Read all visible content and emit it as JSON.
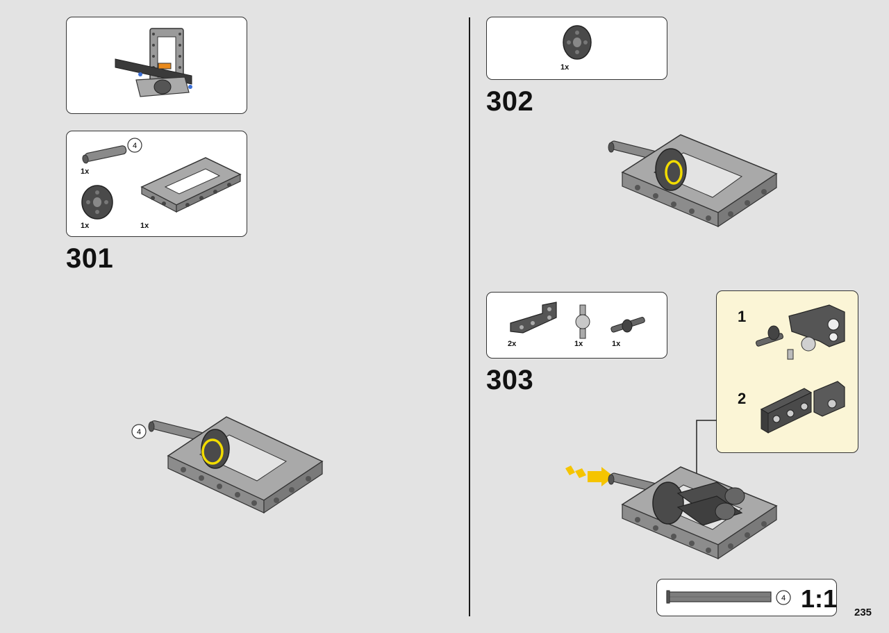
{
  "steps": {
    "s301": "301",
    "s302": "302",
    "s303": "303"
  },
  "step301_parts": {
    "axle_count": "4",
    "axle_qty": "1x",
    "pulley_qty": "1x",
    "frame_qty": "1x"
  },
  "step301_assembly": {
    "axle_count": "4"
  },
  "step302_parts": {
    "pulley_qty": "1x"
  },
  "step303_parts": {
    "beam_qty": "2x",
    "connector_qty": "1x",
    "axle_joint_qty": "1x"
  },
  "sub_steps": {
    "one": "1",
    "two": "2"
  },
  "scale_box": {
    "axle_count": "4",
    "ratio": "1:1"
  },
  "page_number": "235",
  "colors": {
    "highlight": "#f2dc00",
    "callout_bg": "#fbf5d6",
    "arrow": "#f5c400",
    "page_bg": "#e3e3e3"
  }
}
